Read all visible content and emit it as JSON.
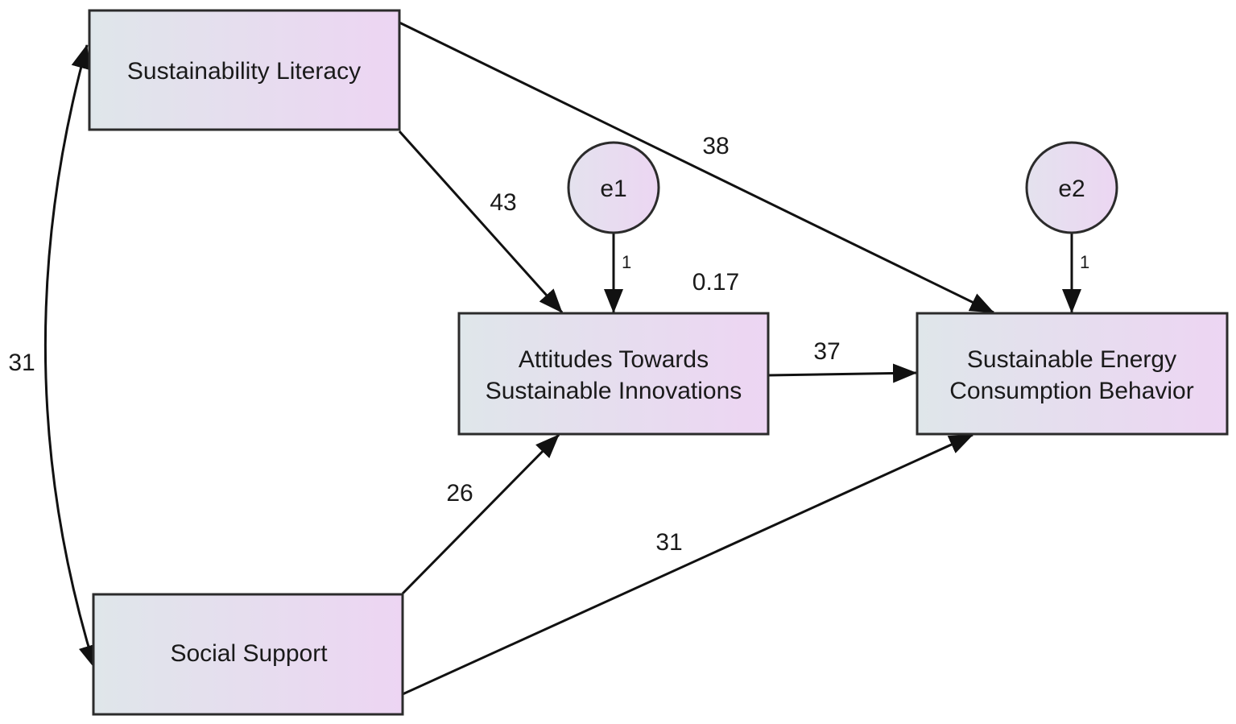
{
  "nodes": {
    "sustainability_literacy": {
      "label": [
        "Sustainability Literacy"
      ]
    },
    "social_support": {
      "label": [
        "Social Support"
      ]
    },
    "attitudes": {
      "label": [
        "Attitudes Towards",
        "Sustainable Innovations"
      ]
    },
    "energy_behavior": {
      "label": [
        "Sustainable Energy",
        "Consumption Behavior"
      ]
    }
  },
  "errors": {
    "e1": {
      "label": "e1",
      "loading": "1"
    },
    "e2": {
      "label": "e2",
      "loading": "1"
    }
  },
  "paths": {
    "literacy_to_attitudes": "43",
    "literacy_to_behavior": "38",
    "social_to_attitudes": "26",
    "social_to_behavior": "31",
    "attitudes_to_behavior": "37",
    "covariance_literacy_social": "31"
  },
  "r_squared": {
    "attitudes": "0.17"
  },
  "colors": {
    "box_gradient_start": "#dfe6ea",
    "box_gradient_end": "#edd5f3",
    "stroke": "#2b2b2b"
  }
}
